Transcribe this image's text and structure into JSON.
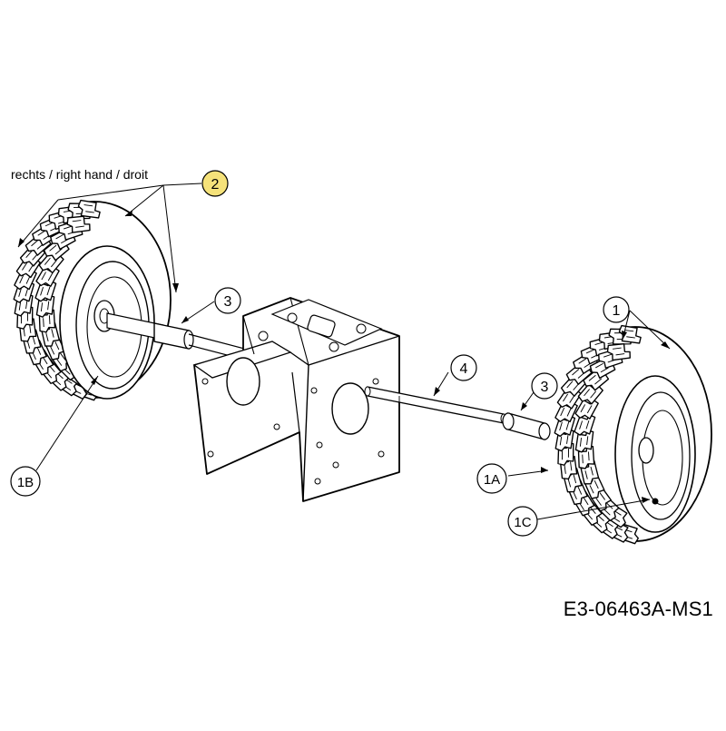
{
  "diagram": {
    "side_label": "rechts / right hand / droit",
    "drawing_code": "E3-06463A-MS1",
    "callouts": [
      {
        "id": "c2",
        "label": "2",
        "highlight": true
      },
      {
        "id": "c3a",
        "label": "3",
        "highlight": false
      },
      {
        "id": "c1",
        "label": "1",
        "highlight": false
      },
      {
        "id": "c4",
        "label": "4",
        "highlight": false
      },
      {
        "id": "c3b",
        "label": "3",
        "highlight": false
      },
      {
        "id": "c1A",
        "label": "1A",
        "highlight": false
      },
      {
        "id": "c1B",
        "label": "1B",
        "highlight": false
      },
      {
        "id": "c1C",
        "label": "1C",
        "highlight": false
      }
    ],
    "colors": {
      "line": "#000000",
      "highlight": "#f5e27a",
      "paper": "#ffffff"
    }
  }
}
